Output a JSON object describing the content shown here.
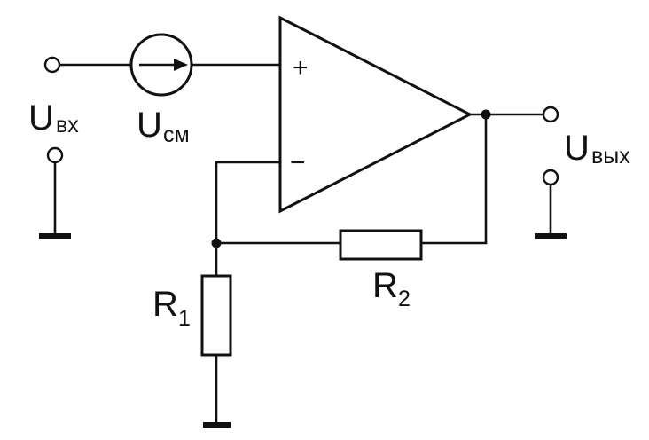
{
  "labels": {
    "u_in_main": "U",
    "u_in_sub": "вх",
    "u_offset_main": "U",
    "u_offset_sub": "см",
    "u_out_main": "U",
    "u_out_sub": "вых",
    "r1_main": "R",
    "r1_sub": "1",
    "r2_main": "R",
    "r2_sub": "2",
    "plus_sign": "+",
    "minus_sign": "−"
  },
  "icons": {
    "offset_source": "voltage-source-icon",
    "opamp": "opamp-triangle-icon",
    "ground": "ground-icon",
    "resistor": "resistor-icon"
  },
  "colors": {
    "line": "#111111",
    "background": "#ffffff"
  }
}
